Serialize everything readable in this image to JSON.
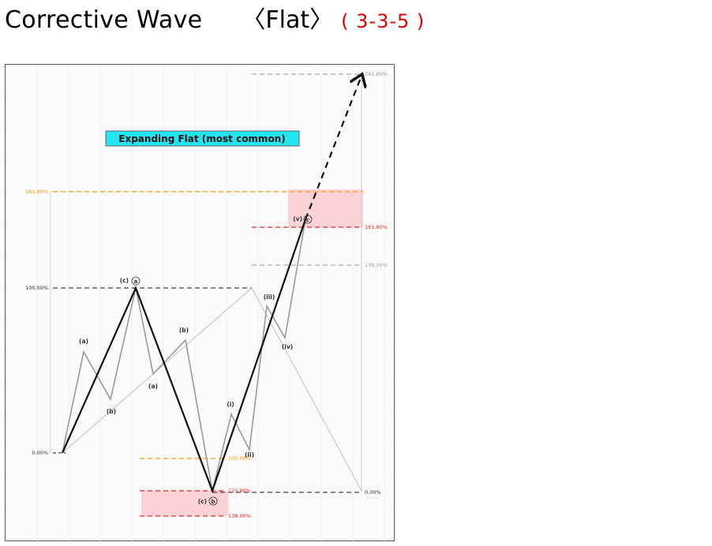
{
  "title": {
    "main": "Corrective  Wave",
    "flat": "〈Flat〉",
    "pattern": "( 3-3-5 )"
  },
  "diagram": {
    "badge": "Expanding Flat (most common)",
    "levels_left": {
      "l161": "161.80%",
      "l100": "100.00%",
      "l0": "0.00%"
    },
    "levels_right": {
      "r261": "261.80%",
      "r161": "161.80%",
      "r138": "138.00%",
      "r0": "0.00%"
    },
    "levels_bottom": {
      "b105": "105.00%",
      "b123": "123.60%",
      "b138": "138.00%"
    },
    "wave_labels": {
      "c_a_prefix": "(c)",
      "a_circle": "a",
      "a1": "(a)",
      "b1": "(b)",
      "b2": "(b)",
      "a2": "(a)",
      "c_b_prefix": "(c)",
      "b_circle": "b",
      "i": "(i)",
      "ii": "(ii)",
      "iii": "(iii)",
      "iv": "(iv)",
      "v": "(v)",
      "c_circle": "c"
    },
    "colors": {
      "badge_bg": "#22e5f0",
      "orange": "#ff9900",
      "red": "#ee2222",
      "zone": "#fbd3d6",
      "wave_dark": "#111111",
      "wave_gray": "#9a9a9a",
      "wave_light": "#c8c8c8"
    }
  }
}
